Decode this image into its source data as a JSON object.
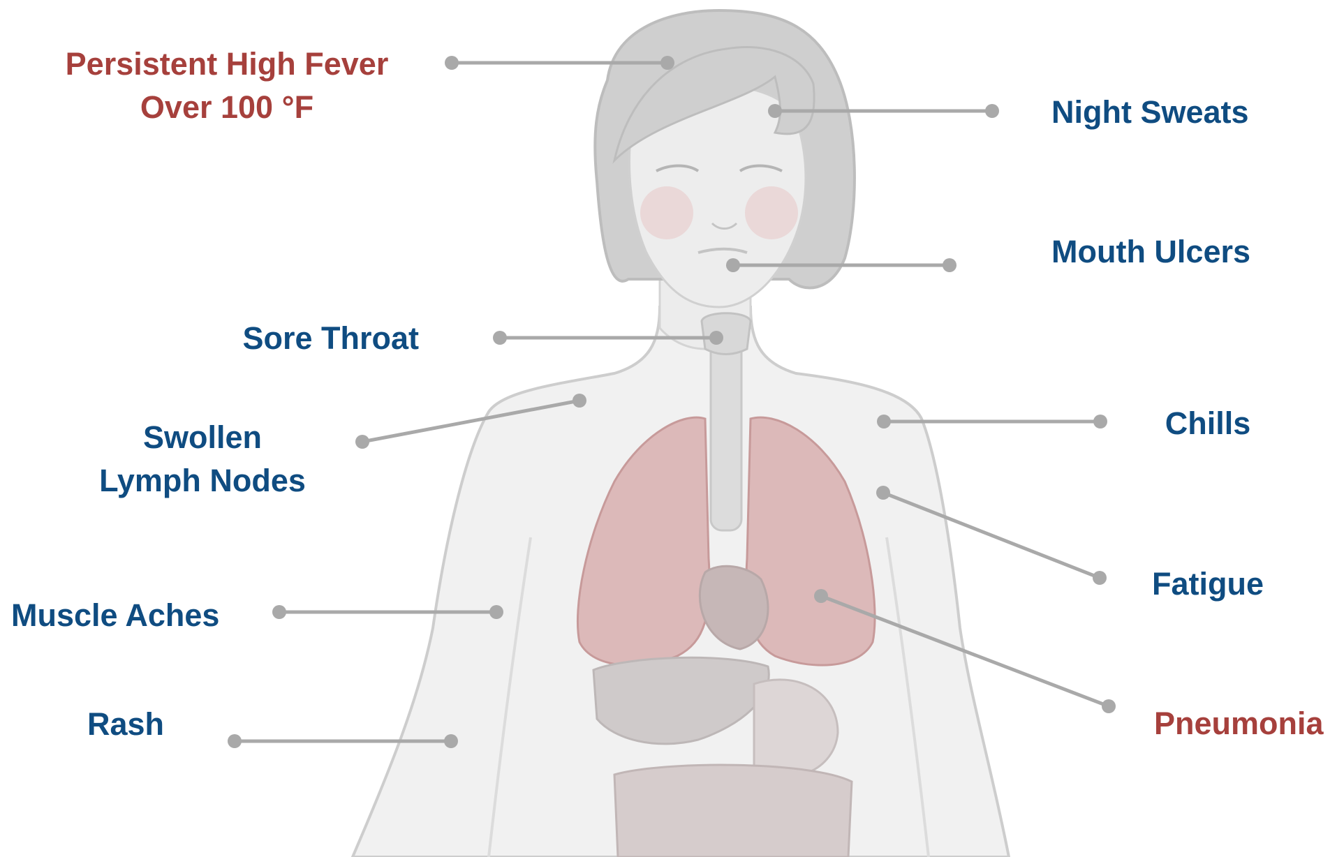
{
  "colors": {
    "blue_label": "#0f4c81",
    "red_label": "#a6403c",
    "leader": "#a9a9a9",
    "body_fill": "#f1f1f1",
    "body_outline": "#cdcdcd",
    "hair": "#cfcfcf",
    "lungs": "#d4a5a5",
    "organs": "#c9c2c2"
  },
  "labels": {
    "fever": {
      "line1": "Persistent High Fever",
      "line2": "Over 100 °F"
    },
    "night_sweats": "Night Sweats",
    "mouth_ulcers": "Mouth Ulcers",
    "sore_throat": "Sore Throat",
    "lymph": {
      "line1": "Swollen",
      "line2": "Lymph Nodes"
    },
    "chills": "Chills",
    "fatigue": "Fatigue",
    "muscle_aches": "Muscle Aches",
    "rash": "Rash",
    "pneumonia": "Pneumonia"
  }
}
